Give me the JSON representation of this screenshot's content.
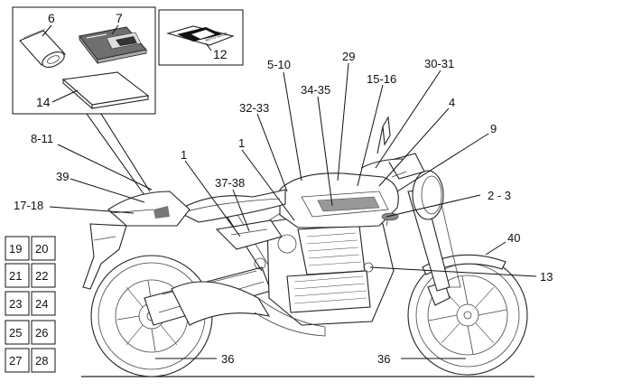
{
  "insets": {
    "label_6": "6",
    "label_7": "7",
    "label_14": "14",
    "label_12": "12",
    "logo_text": "MOTO GUZZI"
  },
  "callouts": [
    {
      "id": "c-8-11",
      "text": "8-11"
    },
    {
      "id": "c-39",
      "text": "39"
    },
    {
      "id": "c-17-18",
      "text": "17-18"
    },
    {
      "id": "c-1a",
      "text": "1"
    },
    {
      "id": "c-1b",
      "text": "1"
    },
    {
      "id": "c-37-38",
      "text": "37-38"
    },
    {
      "id": "c-32-33",
      "text": "32-33"
    },
    {
      "id": "c-5-10",
      "text": "5-10"
    },
    {
      "id": "c-34-35",
      "text": "34-35"
    },
    {
      "id": "c-29",
      "text": "29"
    },
    {
      "id": "c-15-16",
      "text": "15-16"
    },
    {
      "id": "c-30-31",
      "text": "30-31"
    },
    {
      "id": "c-4",
      "text": "4"
    },
    {
      "id": "c-9",
      "text": "9"
    },
    {
      "id": "c-2-3",
      "text": "2 - 3"
    },
    {
      "id": "c-40",
      "text": "40"
    },
    {
      "id": "c-13",
      "text": "13"
    },
    {
      "id": "c-36a",
      "text": "36"
    },
    {
      "id": "c-36b",
      "text": "36"
    }
  ],
  "grid_boxes": [
    "19",
    "20",
    "21",
    "22",
    "23",
    "24",
    "25",
    "26",
    "27",
    "28"
  ]
}
